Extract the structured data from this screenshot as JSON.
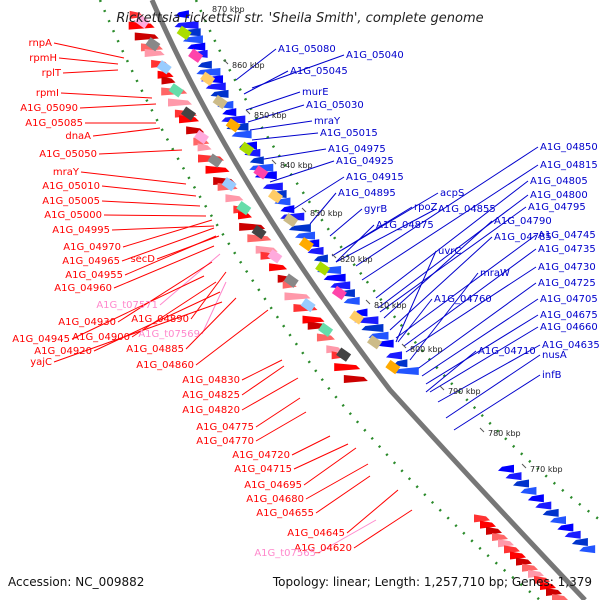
{
  "title": "Rickettsia rickettsii str. 'Sheila Smith', complete genome",
  "accession": "Accession: NC_009882",
  "summary": "Topology: linear; Length: 1,257,710 bp; Genes: 1,379",
  "top_tick": "870 kbp",
  "colors": {
    "forward": "#ff0000",
    "reverse": "#0000cc",
    "pseudo": "#ff88cc",
    "backbone": "#808080",
    "ticks": "#2a8a2a"
  },
  "ticks": [
    "860 kbp",
    "850 kbp",
    "840 kbp",
    "830 kbp",
    "820 kbp",
    "810 kbp",
    "800 kbp",
    "790 kbp",
    "780 kbp",
    "770 kbp"
  ],
  "left_labels": [
    "rnpA",
    "rpmH",
    "rplT",
    "rpmI",
    "A1G_05090",
    "A1G_05085",
    "dnaA",
    "A1G_05050",
    "mraY",
    "A1G_05010",
    "A1G_05005",
    "A1G_05000",
    "A1G_04995",
    "secD",
    "A1G_04970",
    "A1G_04965",
    "A1G_04955",
    "A1G_04960",
    "A1G_t07571",
    "A1G_04945",
    "A1G_04930",
    "A1G_04890",
    "A1G_04900",
    "A1G_t07569",
    "A1G_04920",
    "A1G_04885",
    "yajC",
    "A1G_04860",
    "A1G_04830",
    "A1G_04825",
    "A1G_04820",
    "A1G_04775",
    "A1G_04770",
    "A1G_04720",
    "A1G_04715",
    "A1G_04695",
    "A1G_04680",
    "A1G_04655",
    "A1G_04645",
    "A1G_04620",
    "A1G_t07565"
  ],
  "right_labels": [
    "A1G_05080",
    "A1G_05040",
    "A1G_05045",
    "murE",
    "A1G_05030",
    "mraY",
    "A1G_05015",
    "A1G_04975",
    "A1G_04925",
    "A1G_04915",
    "A1G_04895",
    "acpS",
    "gyrB",
    "rpoZ",
    "A1G_04855",
    "A1G_04875",
    "A1G_04850",
    "A1G_04815",
    "A1G_04805",
    "A1G_04800",
    "A1G_04795",
    "A1G_04790",
    "A1G_04785",
    "A1G_04745",
    "uvrC",
    "A1G_04735",
    "A1G_04730",
    "mraW",
    "A1G_04725",
    "A1G_04760",
    "A1G_04705",
    "A1G_04675",
    "A1G_04660",
    "A1G_04710",
    "A1G_04635",
    "nusA",
    "infB"
  ]
}
